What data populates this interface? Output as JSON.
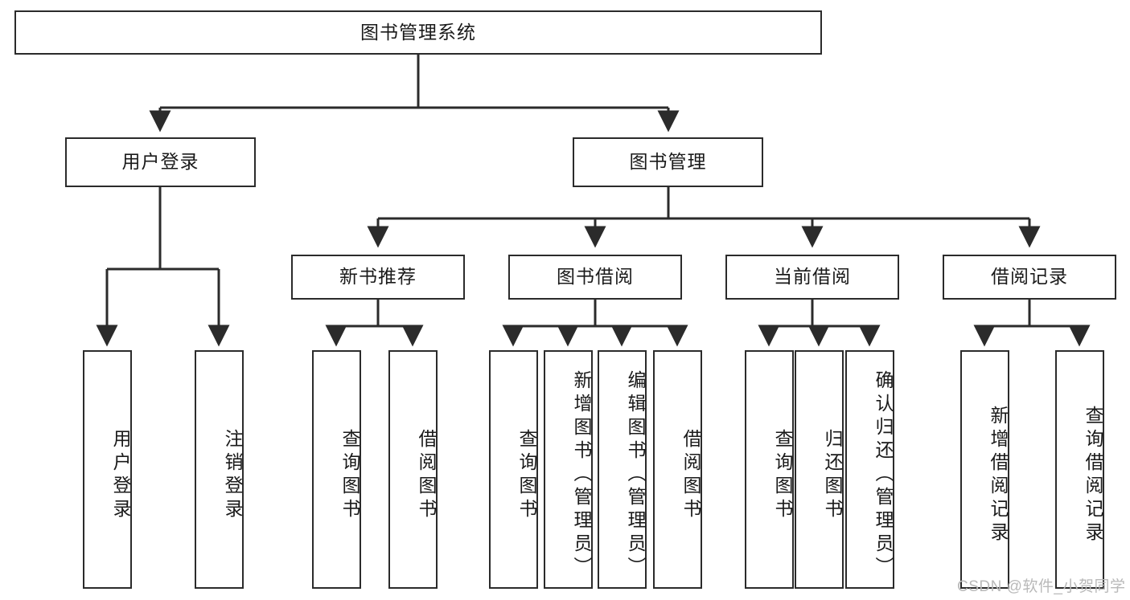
{
  "diagram": {
    "title": "图书管理系统",
    "type": "tree-hierarchy",
    "root": {
      "label": "图书管理系统"
    },
    "level2": [
      {
        "label": "用户登录"
      },
      {
        "label": "图书管理"
      }
    ],
    "level3": [
      {
        "label": "新书推荐"
      },
      {
        "label": "图书借阅"
      },
      {
        "label": "当前借阅"
      },
      {
        "label": "借阅记录"
      }
    ],
    "leaves": {
      "user_login": [
        {
          "label": "用户登录"
        },
        {
          "label": "注销登录"
        }
      ],
      "new_book_recommend": [
        {
          "label": "查询图书"
        },
        {
          "label": "借阅图书"
        }
      ],
      "book_borrow": [
        {
          "label": "查询图书"
        },
        {
          "label": "新增图书（管理员）"
        },
        {
          "label": "编辑图书（管理员）"
        },
        {
          "label": "借阅图书"
        }
      ],
      "current_borrow": [
        {
          "label": "查询图书"
        },
        {
          "label": "归还图书"
        },
        {
          "label": "确认归还（管理员）"
        }
      ],
      "borrow_record": [
        {
          "label": "新增借阅记录"
        },
        {
          "label": "查询借阅记录"
        }
      ]
    }
  },
  "watermark": {
    "text": "CSDN @软件_小贺同学"
  },
  "colors": {
    "border": "#2b2b2b",
    "text": "#1a1a1a",
    "background": "#ffffff",
    "watermark": "#b9b9b9"
  }
}
